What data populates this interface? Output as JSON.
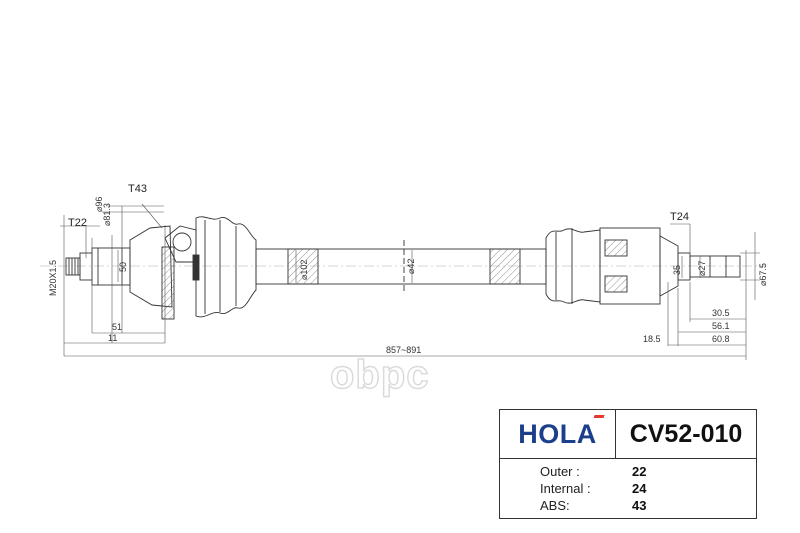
{
  "labels": {
    "t43": "T43",
    "t22": "T22",
    "t24": "T24",
    "thread": "M20X1.5",
    "dia96": "96",
    "dia81_3": "81.3",
    "dia50": "50",
    "dia102": "102",
    "dia42": "42",
    "dia35": "35",
    "dia27": "27",
    "dia67_5": "67.5",
    "len51": "51",
    "len11": "11",
    "len_total": "857~891",
    "len30_5": "30.5",
    "len56_1": "56.1",
    "len60_8": "60.8",
    "len18_5": "18.5"
  },
  "diameter_symbol": "⌀",
  "watermark": "obpc",
  "info": {
    "brand": "HOLA",
    "part_number": "CV52-010",
    "specs": [
      {
        "label": "Outer :",
        "value": "22"
      },
      {
        "label": "Internal :",
        "value": "24"
      },
      {
        "label": "ABS:",
        "value": "43"
      }
    ]
  },
  "colors": {
    "brand_blue": "#1c3f8c",
    "brand_red": "#e33a2c",
    "line": "#333333"
  }
}
